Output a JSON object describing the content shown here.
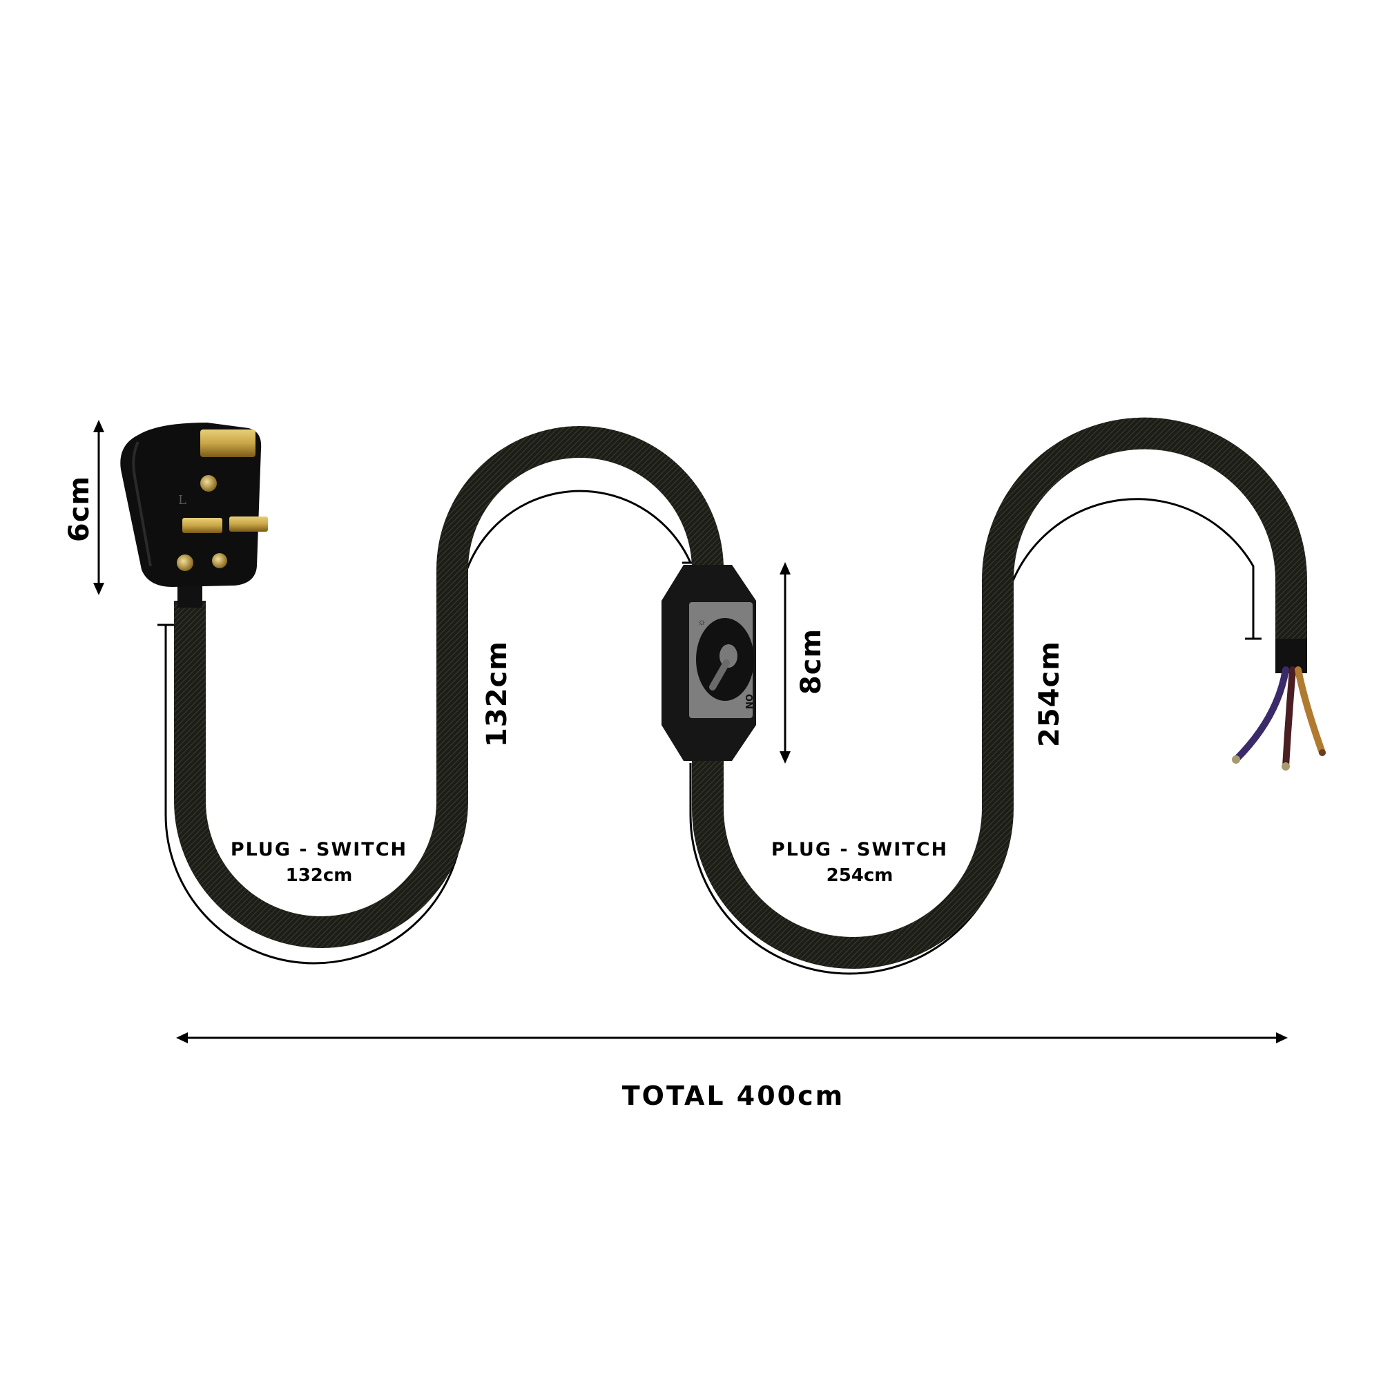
{
  "product": {
    "description": "UK 3-pin plug cable with inline dimmer switch and bare wire ends",
    "colors": {
      "cable": "#1c1d17",
      "plug_body": "#111111",
      "pins": "#c9a646",
      "switch_body": "#161616",
      "switch_panel": "#8a8a8a",
      "wire_blue": "#3a2a6a",
      "wire_brown": "#5a2a2a",
      "wire_yellow": "#b07a30",
      "guide_line": "#000000"
    }
  },
  "dimensions": {
    "plug_height": "6cm",
    "segment_1_vertical": "132cm",
    "switch_height": "8cm",
    "segment_2_vertical": "254cm"
  },
  "segments": [
    {
      "title": "PLUG - SWITCH",
      "length": "132cm"
    },
    {
      "title": "PLUG - SWITCH",
      "length": "254cm"
    }
  ],
  "total": {
    "label": "TOTAL 400cm"
  },
  "switch": {
    "marking": "ON",
    "icon": "lamp-icon"
  },
  "plug": {
    "marking": "L"
  }
}
